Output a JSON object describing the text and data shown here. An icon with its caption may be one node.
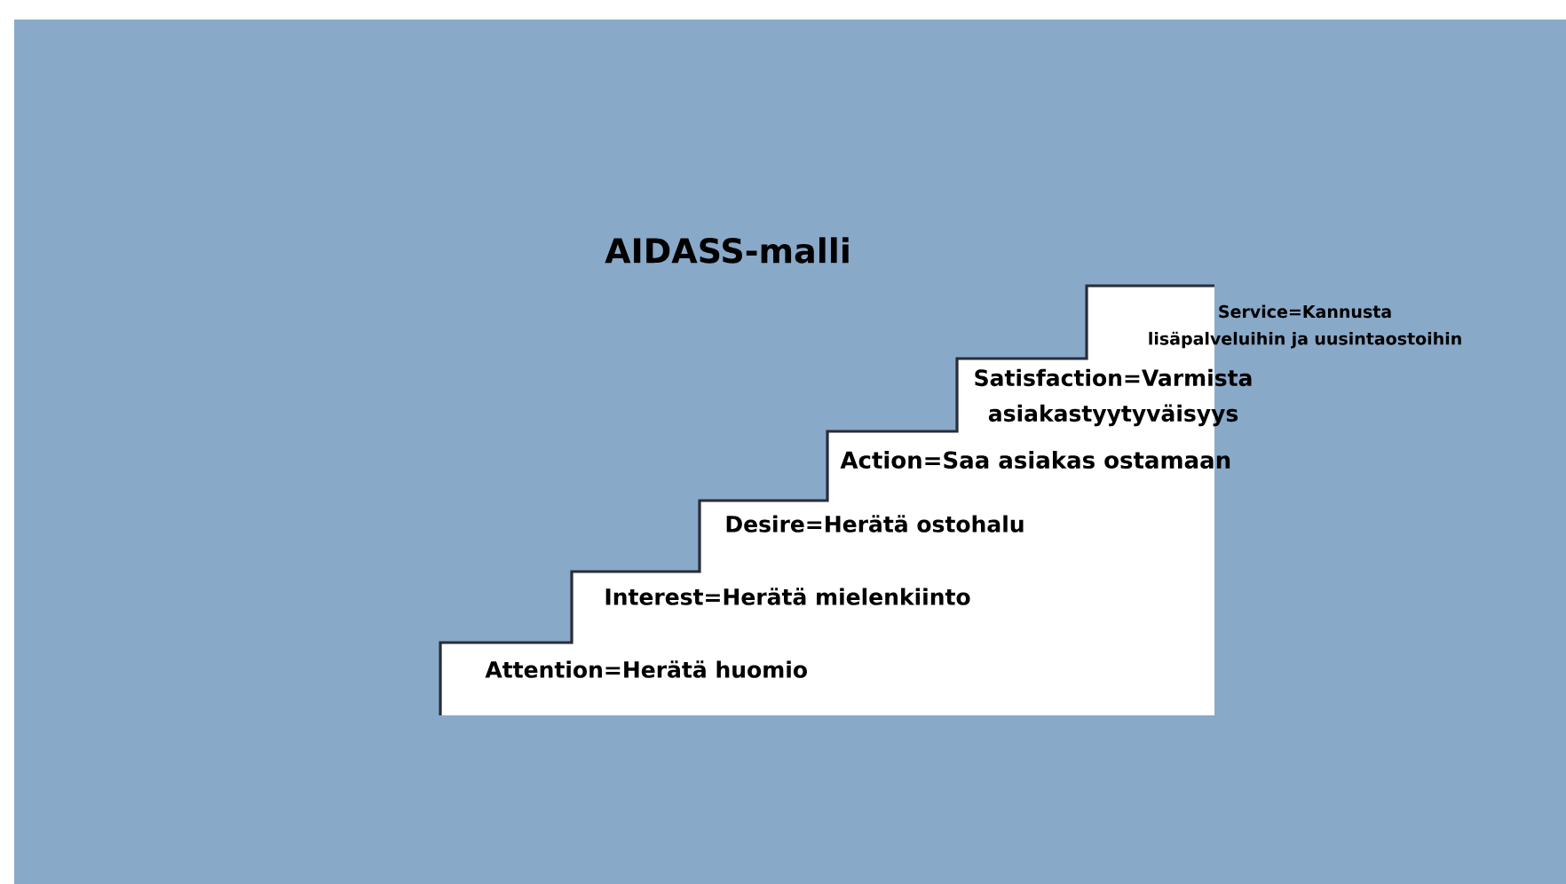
{
  "diagram": {
    "title": "AIDASS-malli",
    "labels": [
      "Service=Kannusta lisäpalveluihin ja uusintaostoihin",
      "Satisfaction=Varmista asiakastyytyväisyys",
      "Action=Saa asiakas ostamaan",
      "Desire=Herätä ostohalu",
      "Interest=Herätä mielenkiinto",
      "Attention=Herätä huomio"
    ]
  }
}
